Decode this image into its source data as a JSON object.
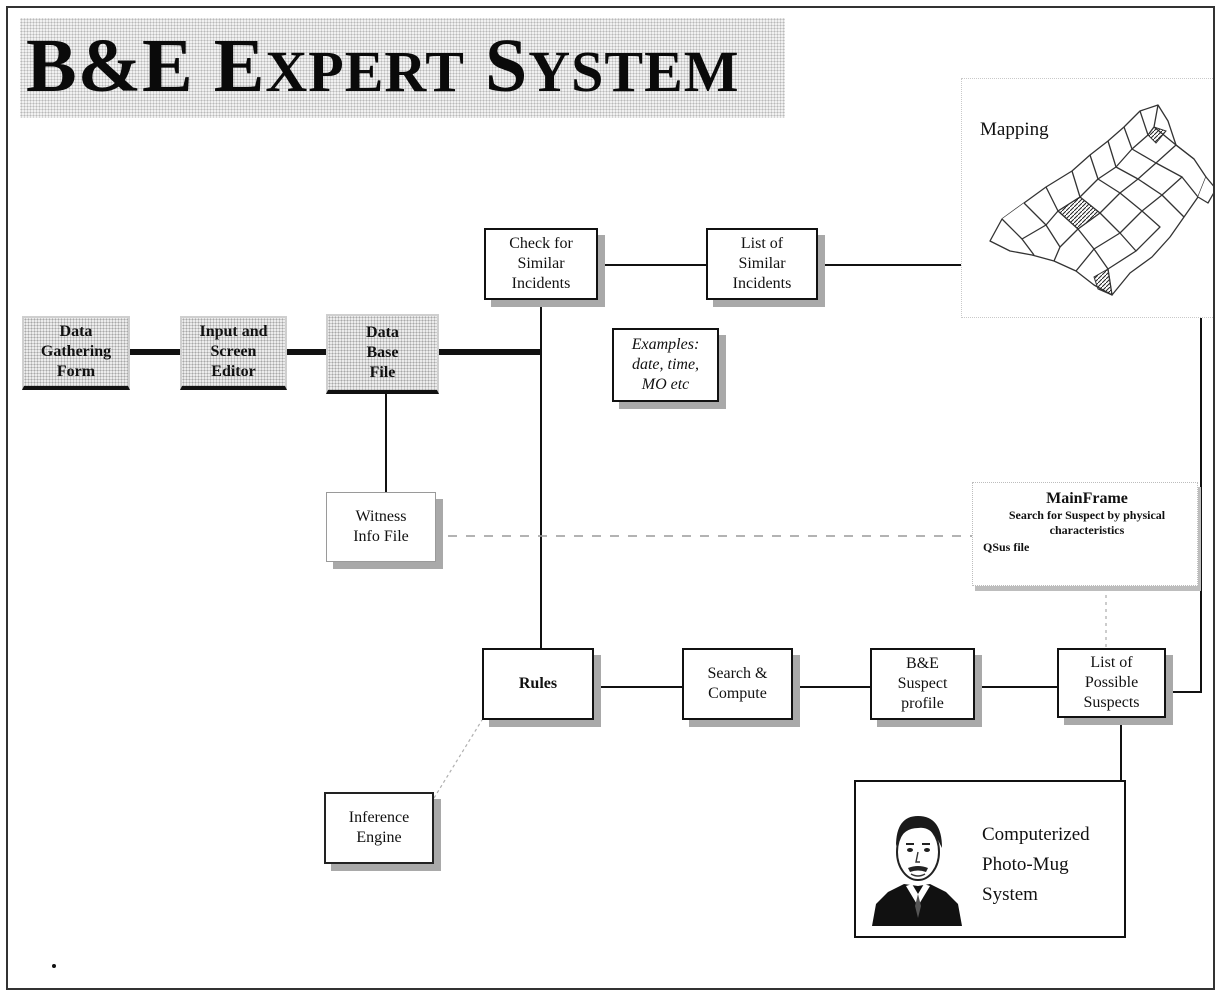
{
  "title": "B&E Expert System",
  "nodes": {
    "data_gathering": "Data Gathering Form",
    "input_editor": "Input and Screen Editor",
    "database_file": "Data Base File",
    "witness_info": "Witness Info File",
    "check_similar": "Check for Similar Incidents",
    "list_similar": "List of Similar Incidents",
    "examples": "Examples: date, time, MO etc",
    "rules": "Rules",
    "search_compute": "Search & Compute",
    "suspect_profile": "B&E Suspect profile",
    "possible_suspects": "List of Possible Suspects",
    "inference_engine": "Inference Engine",
    "mapping": "Mapping",
    "mug_system": "Computerized Photo-Mug System"
  },
  "mainframe": {
    "title": "MainFrame",
    "description": "Search for Suspect by physical characteristics",
    "file": "QSus file"
  }
}
